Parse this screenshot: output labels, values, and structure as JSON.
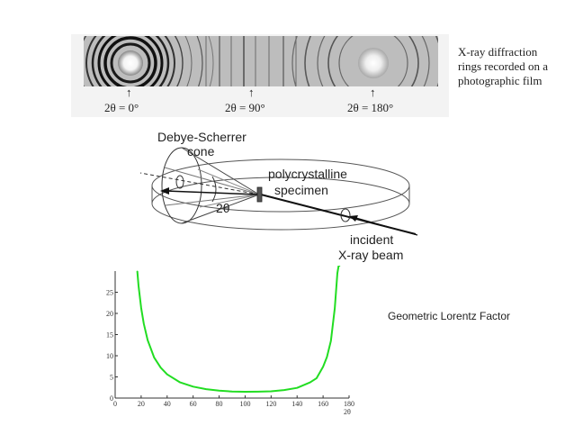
{
  "film": {
    "caption": [
      "X-ray diffraction",
      "rings recorded on a",
      "photographic film"
    ],
    "labels": [
      "2θ = 0°",
      "2θ = 90°",
      "2θ = 180°"
    ],
    "arrow_glyph": "↑"
  },
  "diagram": {
    "cone_label_1": "Debye-Scherrer",
    "cone_label_2": "cone",
    "specimen_label_1": "polycrystalline",
    "specimen_label_2": "specimen",
    "angle_label": "2θ",
    "beam_label_1": "incident",
    "beam_label_2": "X-ray beam"
  },
  "lorentz": {
    "title": "Geometric Lorentz Factor"
  },
  "chart_data": {
    "type": "line",
    "title": "",
    "xlabel": "2θ",
    "ylabel": "",
    "xlim": [
      0,
      180
    ],
    "ylim": [
      0,
      30
    ],
    "xticks": [
      0,
      20,
      40,
      60,
      80,
      100,
      120,
      140,
      160,
      180
    ],
    "yticks": [
      0,
      5,
      10,
      15,
      20,
      25
    ],
    "grid": false,
    "series": [
      {
        "color": "#22dd22",
        "x": [
          17,
          18,
          20,
          22,
          25,
          30,
          35,
          40,
          50,
          60,
          70,
          80,
          90,
          100,
          110,
          120,
          130,
          140,
          150,
          155,
          160,
          163,
          166,
          169,
          171,
          172,
          173
        ],
        "y": [
          30,
          26.5,
          21.3,
          17.6,
          13.7,
          9.6,
          7.2,
          5.6,
          3.7,
          2.7,
          2.1,
          1.75,
          1.55,
          1.48,
          1.5,
          1.6,
          1.9,
          2.4,
          3.7,
          4.7,
          7.4,
          9.7,
          13.5,
          21.2,
          29.5,
          34.8,
          40
        ]
      }
    ]
  }
}
